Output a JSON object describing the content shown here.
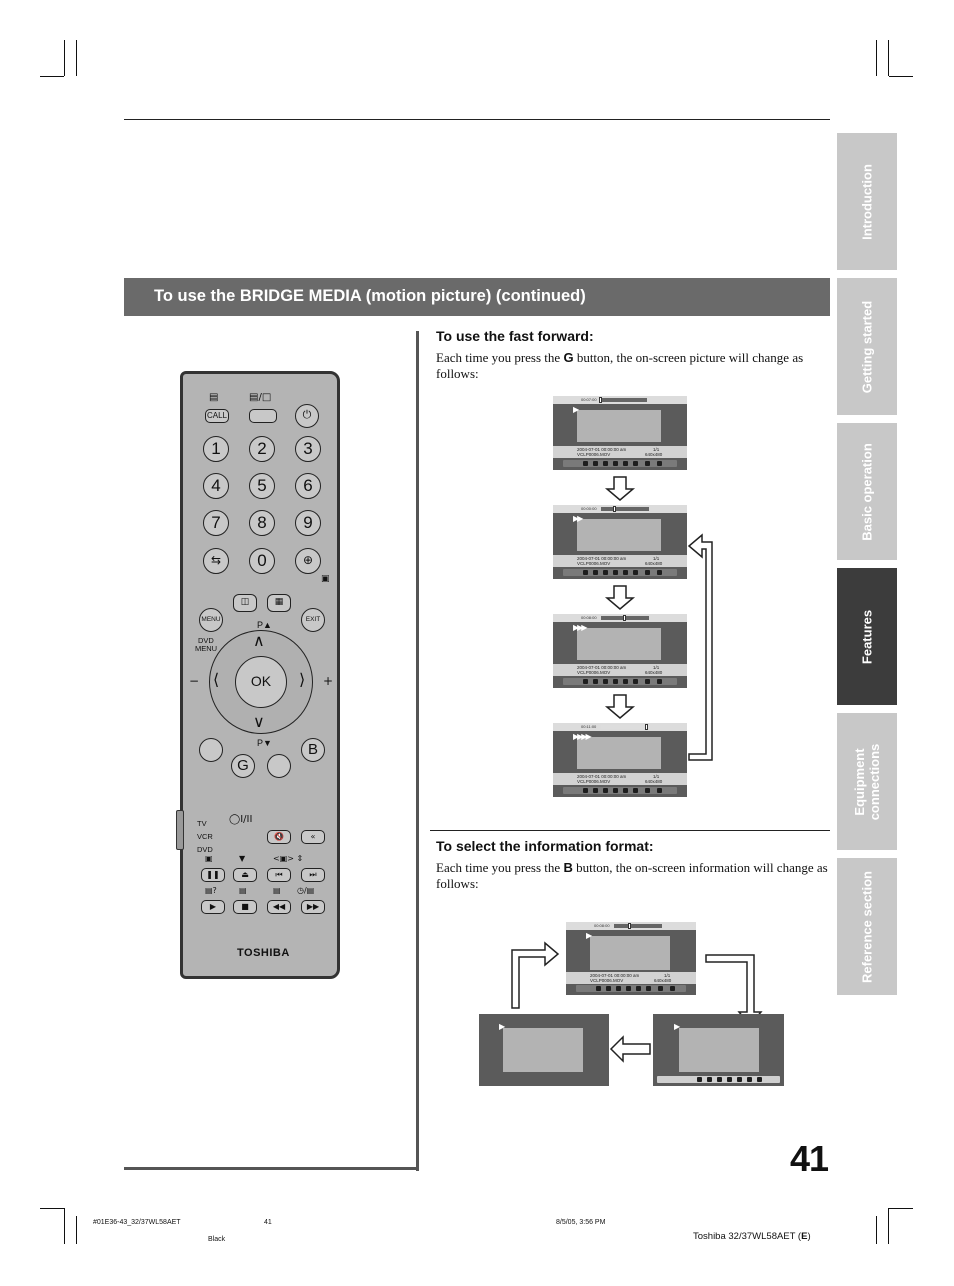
{
  "section_title": "To use the BRIDGE MEDIA (motion picture) (continued)",
  "side_tabs": [
    "Introduction",
    "Getting started",
    "Basic operation",
    "Features",
    "Equipment connections",
    "Reference section"
  ],
  "active_tab": "Features",
  "fast_forward": {
    "heading": "To use the fast forward:",
    "text_before": "Each time you press the ",
    "button": "G",
    "text_after": " button, the on-screen picture will change as follows:"
  },
  "info_format": {
    "heading": "To select the information format:",
    "text_before": "Each time you press the ",
    "button": "B",
    "text_after": " button, the on-screen information will change as follows:"
  },
  "screen": {
    "date": "2004-07-01  00:00:00 am",
    "file": "VCLP0006.MOV",
    "count": "1/1",
    "size": "640x480",
    "speed_symbols": [
      "▶",
      "▶▶",
      "▶▶▶",
      "▶▶▶▶"
    ],
    "timecodes": [
      "00:07:00",
      "00:00:00",
      "00:08:00",
      "00:11:00",
      "00:08:00"
    ]
  },
  "remote": {
    "call": "CALL",
    "numbers": [
      "1",
      "2",
      "3",
      "4",
      "5",
      "6",
      "7",
      "8",
      "9",
      "0"
    ],
    "menu": "MENU",
    "exit": "EXIT",
    "dvd_menu_1": "DVD",
    "dvd_menu_2": "MENU",
    "p_up": "P▲",
    "p_down": "P▼",
    "ok": "OK",
    "g": "G",
    "b": "B",
    "tv": "TV",
    "vcr": "VCR",
    "dvd": "DVD",
    "brand": "TOSHIBA"
  },
  "page_number": "41",
  "footer": {
    "file": "#01E36-43_32/37WL58AET",
    "page": "41",
    "date": "8/5/05, 3:56 PM",
    "color": "Black",
    "model_prefix": "Toshiba 32/37WL58AET (",
    "model_letter": "E",
    "model_suffix": ")"
  }
}
